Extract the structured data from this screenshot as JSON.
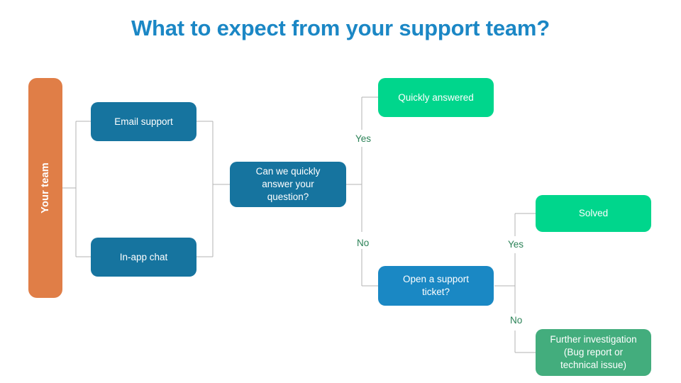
{
  "page": {
    "title": "What to expect from your support team?",
    "title_color": "#1b87c5",
    "background": "#ffffff"
  },
  "colors": {
    "dark_blue": "#16749f",
    "mid_blue": "#1a88c4",
    "bright_green": "#00d68c",
    "muted_green": "#43ad7d",
    "orange": "#e07e47",
    "connector_gray": "#b3b3b3",
    "label_green": "#2b8257"
  },
  "flowchart": {
    "type": "flowchart",
    "start": {
      "id": "your-team",
      "label": "Your team",
      "shape": "rounded-bar-vertical",
      "color": "#e07e47",
      "orientation": "vertical-text"
    },
    "channels": [
      {
        "id": "email-support",
        "label": "Email support",
        "color": "#16749f"
      },
      {
        "id": "in-app-chat",
        "label": "In-app chat",
        "color": "#16749f"
      }
    ],
    "decisions": [
      {
        "id": "can-we-quickly-answer",
        "label": "Can we quickly answer your question?",
        "line1": "Can we quickly",
        "line2": "answer your",
        "line3": "question?",
        "color": "#16749f",
        "yes_label": "Yes",
        "no_label": "No",
        "yes_target": "quickly-answered",
        "no_target": "open-a-support-ticket"
      },
      {
        "id": "open-a-support-ticket",
        "label": "Open a support ticket?",
        "line1": "Open a support",
        "line2": "ticket?",
        "color": "#1a88c4",
        "yes_label": "Yes",
        "no_label": "No",
        "yes_target": "solved",
        "no_target": "further-investigation"
      }
    ],
    "outcomes": [
      {
        "id": "quickly-answered",
        "label": "Quickly answered",
        "color": "#00d68c"
      },
      {
        "id": "solved",
        "label": "Solved",
        "color": "#00d68c"
      },
      {
        "id": "further-investigation",
        "label": "Further investigation (Bug report or technical issue)",
        "line1": "Further investigation",
        "line2": "(Bug report or",
        "line3": "technical issue)",
        "color": "#43ad7d"
      }
    ],
    "edge_labels": [
      {
        "id": "yes-1",
        "text": "Yes"
      },
      {
        "id": "no-1",
        "text": "No"
      },
      {
        "id": "yes-2",
        "text": "Yes"
      },
      {
        "id": "no-2",
        "text": "No"
      }
    ]
  }
}
